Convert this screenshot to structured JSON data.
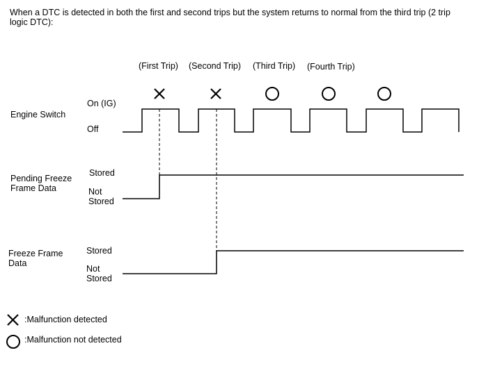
{
  "intro": "When a DTC is detected in both the first and second trips but the system returns to normal from the third trip (2 trip logic DTC):",
  "trips": [
    {
      "label": "(First Trip)",
      "result": "x"
    },
    {
      "label": "(Second Trip)",
      "result": "x"
    },
    {
      "label": "(Third Trip)",
      "result": "o"
    },
    {
      "label": "(Fourth Trip)",
      "result": "o"
    },
    {
      "label": "",
      "result": "o"
    }
  ],
  "rows": {
    "engine_switch": {
      "name": "Engine Switch",
      "high_label": "On (IG)",
      "low_label": "Off"
    },
    "pending_freeze": {
      "name_line1": "Pending Freeze",
      "name_line2": "Frame Data",
      "high_label": "Stored",
      "low_label_line1": "Not",
      "low_label_line2": "Stored",
      "stored_after_trip": 1
    },
    "freeze_frame": {
      "name_line1": "Freeze Frame",
      "name_line2": "Data",
      "high_label": "Stored",
      "low_label_line1": "Not",
      "low_label_line2": "Stored",
      "stored_after_trip": 2
    }
  },
  "legend": {
    "x_label": ":Malfunction detected",
    "o_label": ":Malfunction not detected",
    "x_icon": "cross-icon",
    "o_icon": "circle-icon"
  },
  "line_color": "#000000"
}
